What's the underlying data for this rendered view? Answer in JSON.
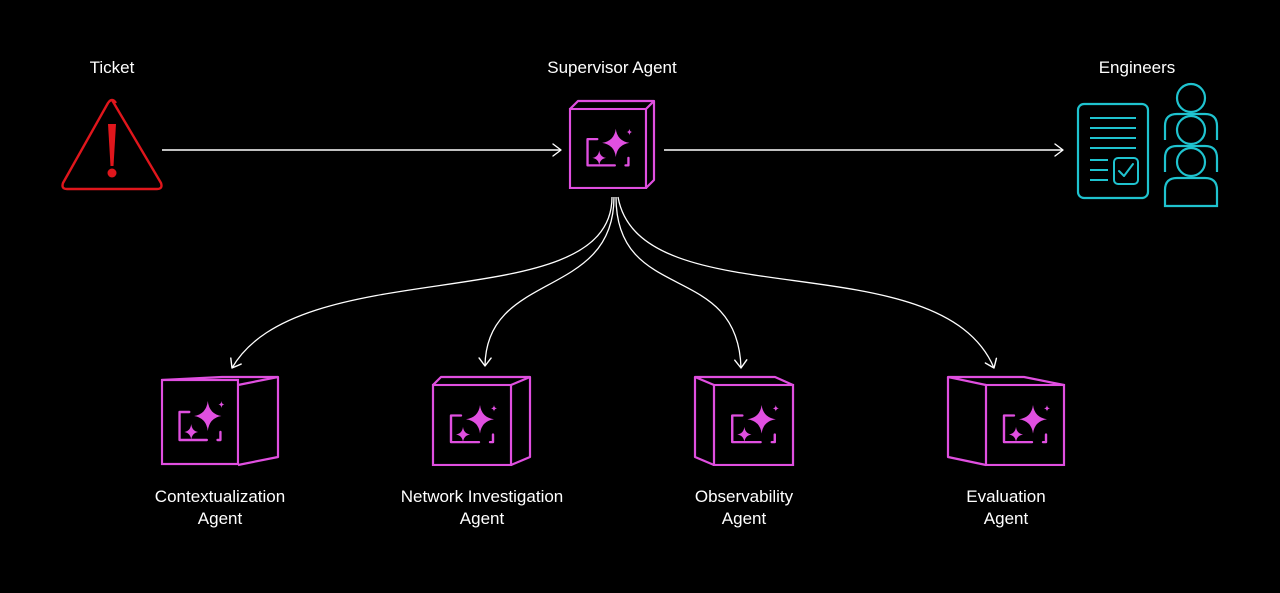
{
  "diagram": {
    "nodes": {
      "ticket": {
        "label": "Ticket",
        "icon": "warning-triangle-icon"
      },
      "supervisor": {
        "label": "Supervisor Agent",
        "icon": "ai-agent-cube-icon"
      },
      "engineers": {
        "label": "Engineers",
        "icon": "engineers-document-users-icon"
      }
    },
    "agents": [
      {
        "line1": "Contextualization",
        "line2": "Agent",
        "icon": "ai-agent-cube-icon"
      },
      {
        "line1": "Network Investigation",
        "line2": "Agent",
        "icon": "ai-agent-cube-icon"
      },
      {
        "line1": "Observability",
        "line2": "Agent",
        "icon": "ai-agent-cube-icon"
      },
      {
        "line1": "Evaluation",
        "line2": "Agent",
        "icon": "ai-agent-cube-icon"
      }
    ],
    "edges": [
      {
        "from": "Ticket",
        "to": "Supervisor Agent"
      },
      {
        "from": "Supervisor Agent",
        "to": "Engineers"
      },
      {
        "from": "Supervisor Agent",
        "to": "Contextualization Agent"
      },
      {
        "from": "Supervisor Agent",
        "to": "Network Investigation Agent"
      },
      {
        "from": "Supervisor Agent",
        "to": "Observability Agent"
      },
      {
        "from": "Supervisor Agent",
        "to": "Evaluation Agent"
      }
    ]
  },
  "colors": {
    "background": "#000000",
    "agent": "#e04fe0",
    "ticket": "#e0161c",
    "engineers": "#1fc3cf",
    "line": "#ffffff"
  }
}
